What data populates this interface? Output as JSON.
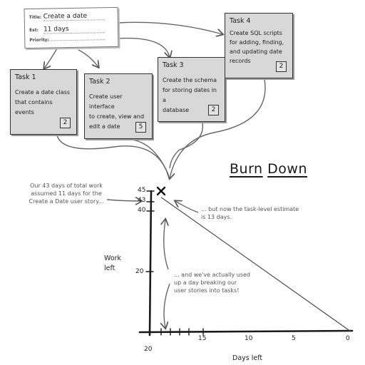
{
  "story_card": {
    "title_label": "Title:",
    "title_value": "Create a date",
    "estimate_label": "Est:",
    "estimate_value": "11 days",
    "priority_label": "Priority:",
    "priority_value": ""
  },
  "tasks": [
    {
      "title": "Task 1",
      "desc": [
        "Create a date class",
        "that contains events"
      ],
      "estimate": "2"
    },
    {
      "title": "Task 2",
      "desc": [
        "Create user interface",
        "to create, view and",
        "edit a date"
      ],
      "estimate": "5"
    },
    {
      "title": "Task 3",
      "desc": [
        "Create the schema",
        "for storing dates in a",
        "database"
      ],
      "estimate": "2"
    },
    {
      "title": "Task 4",
      "desc": [
        "Create SQL scripts",
        "for adding, finding,",
        "and updating date",
        "records"
      ],
      "estimate": "2"
    }
  ],
  "chart_title_parts": [
    "Burn",
    "Down"
  ],
  "annotations": {
    "total_work": [
      "Our 43 days of total work",
      "assumed 11 days for the",
      "Create a Date user story..."
    ],
    "task_level": [
      "... but now the task-level estimate",
      "is 13 days."
    ],
    "used_day": [
      "... and we've actually used",
      "up a day breaking our",
      "user stories into tasks!"
    ]
  },
  "axes": {
    "ylabel_lines": [
      "Work",
      "left"
    ],
    "xlabel": "Days left",
    "y_ticks": [
      "45",
      "43",
      "40",
      "20"
    ],
    "x_ticks": [
      "20",
      "15",
      "10",
      "5",
      "0"
    ]
  },
  "colors": {
    "card_fill": "#d8d8d8",
    "ink": "#222222",
    "annotation": "#555555"
  },
  "chart_data": {
    "type": "line",
    "title": "Burn Down",
    "xlabel": "Days left",
    "ylabel": "Work left",
    "x_reversed": true,
    "xlim": [
      20,
      0
    ],
    "ylim": [
      0,
      45
    ],
    "series": [
      {
        "x": [
          19,
          0
        ],
        "y": [
          43,
          0
        ]
      }
    ],
    "markers": [
      {
        "x": 19,
        "y": 45,
        "symbol": "x"
      }
    ]
  }
}
